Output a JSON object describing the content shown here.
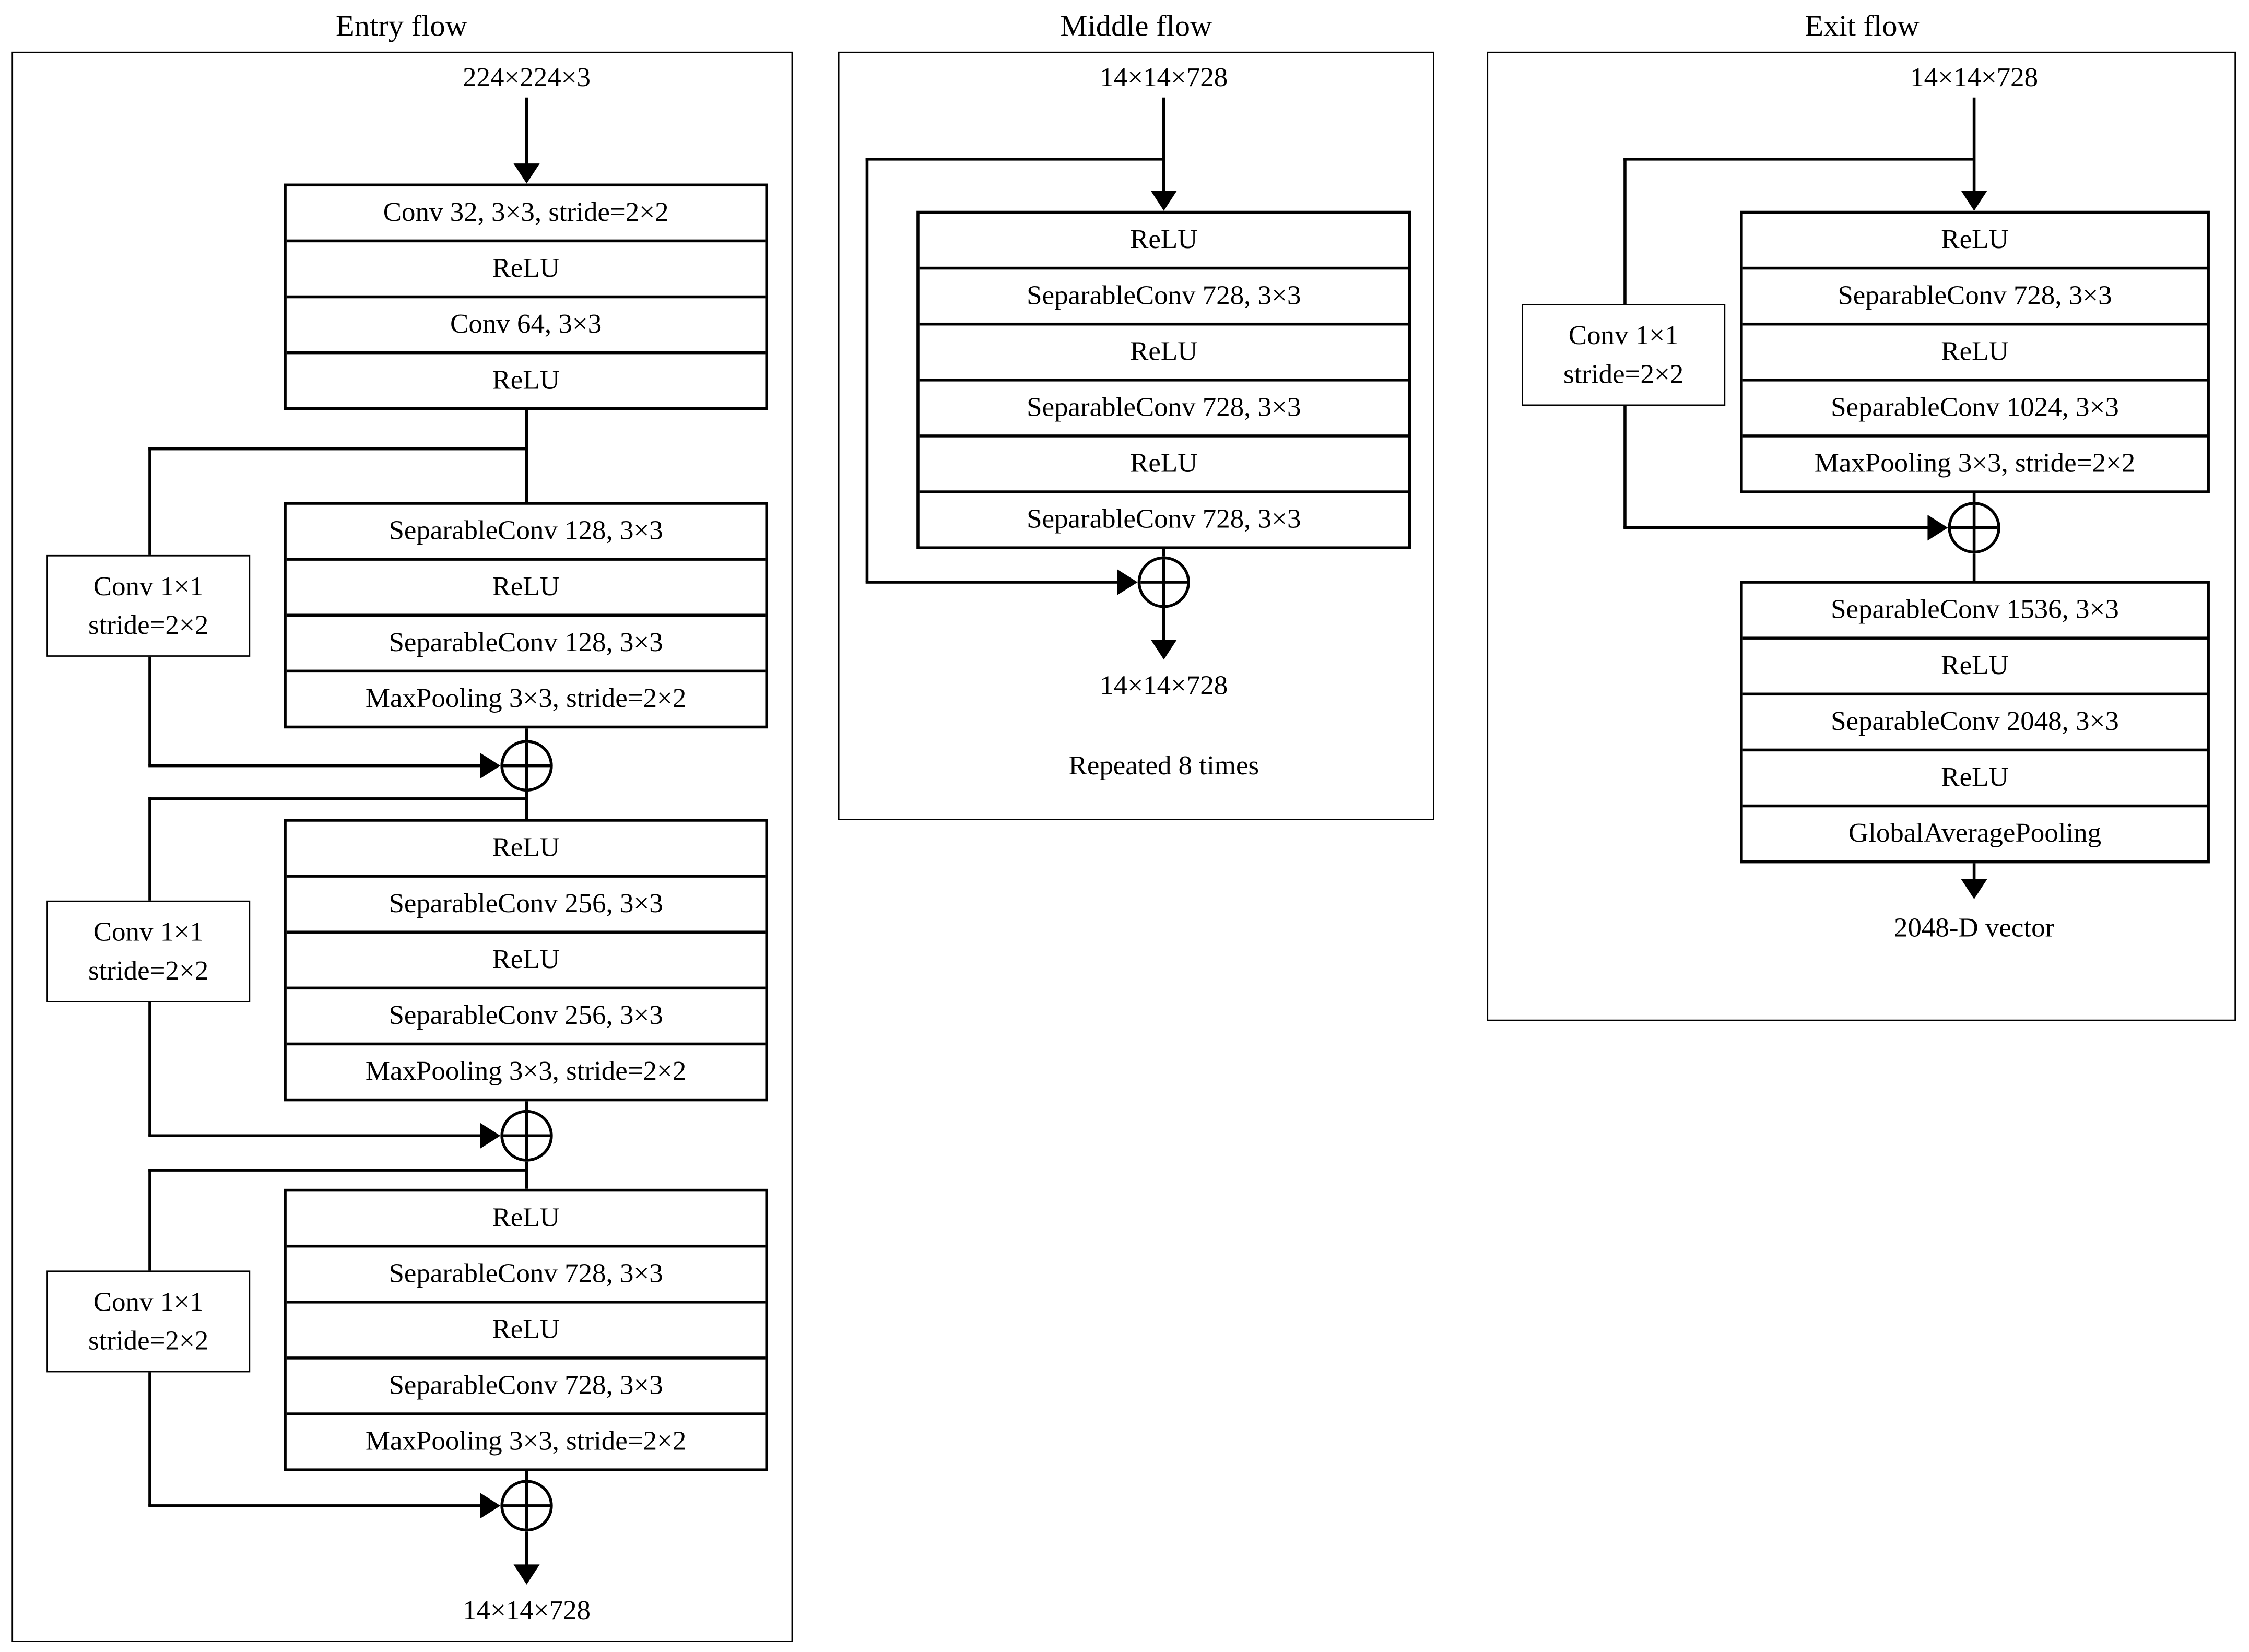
{
  "entry": {
    "title": "Entry flow",
    "input": "224×224×3",
    "block1": [
      "Conv 32, 3×3, stride=2×2",
      "ReLU",
      "Conv 64, 3×3",
      "ReLU"
    ],
    "skip_boxes": [
      {
        "line1": "Conv 1×1",
        "line2": "stride=2×2"
      },
      {
        "line1": "Conv 1×1",
        "line2": "stride=2×2"
      },
      {
        "line1": "Conv 1×1",
        "line2": "stride=2×2"
      }
    ],
    "block2": [
      "SeparableConv 128, 3×3",
      "ReLU",
      "SeparableConv 128, 3×3",
      "MaxPooling 3×3, stride=2×2"
    ],
    "block3": [
      "ReLU",
      "SeparableConv 256, 3×3",
      "ReLU",
      "SeparableConv 256, 3×3",
      "MaxPooling 3×3, stride=2×2"
    ],
    "block4": [
      "ReLU",
      "SeparableConv 728, 3×3",
      "ReLU",
      "SeparableConv 728, 3×3",
      "MaxPooling 3×3, stride=2×2"
    ],
    "output": "14×14×728"
  },
  "middle": {
    "title": "Middle flow",
    "input": "14×14×728",
    "block": [
      "ReLU",
      "SeparableConv 728, 3×3",
      "ReLU",
      "SeparableConv 728, 3×3",
      "ReLU",
      "SeparableConv 728, 3×3"
    ],
    "output": "14×14×728",
    "note": "Repeated 8 times"
  },
  "exit": {
    "title": "Exit flow",
    "input": "14×14×728",
    "skip_box": {
      "line1": "Conv 1×1",
      "line2": "stride=2×2"
    },
    "block1": [
      "ReLU",
      "SeparableConv 728, 3×3",
      "ReLU",
      "SeparableConv 1024, 3×3",
      "MaxPooling 3×3, stride=2×2"
    ],
    "block2": [
      "SeparableConv 1536, 3×3",
      "ReLU",
      "SeparableConv 2048, 3×3",
      "ReLU",
      "GlobalAveragePooling"
    ],
    "output": "2048-D vector"
  }
}
